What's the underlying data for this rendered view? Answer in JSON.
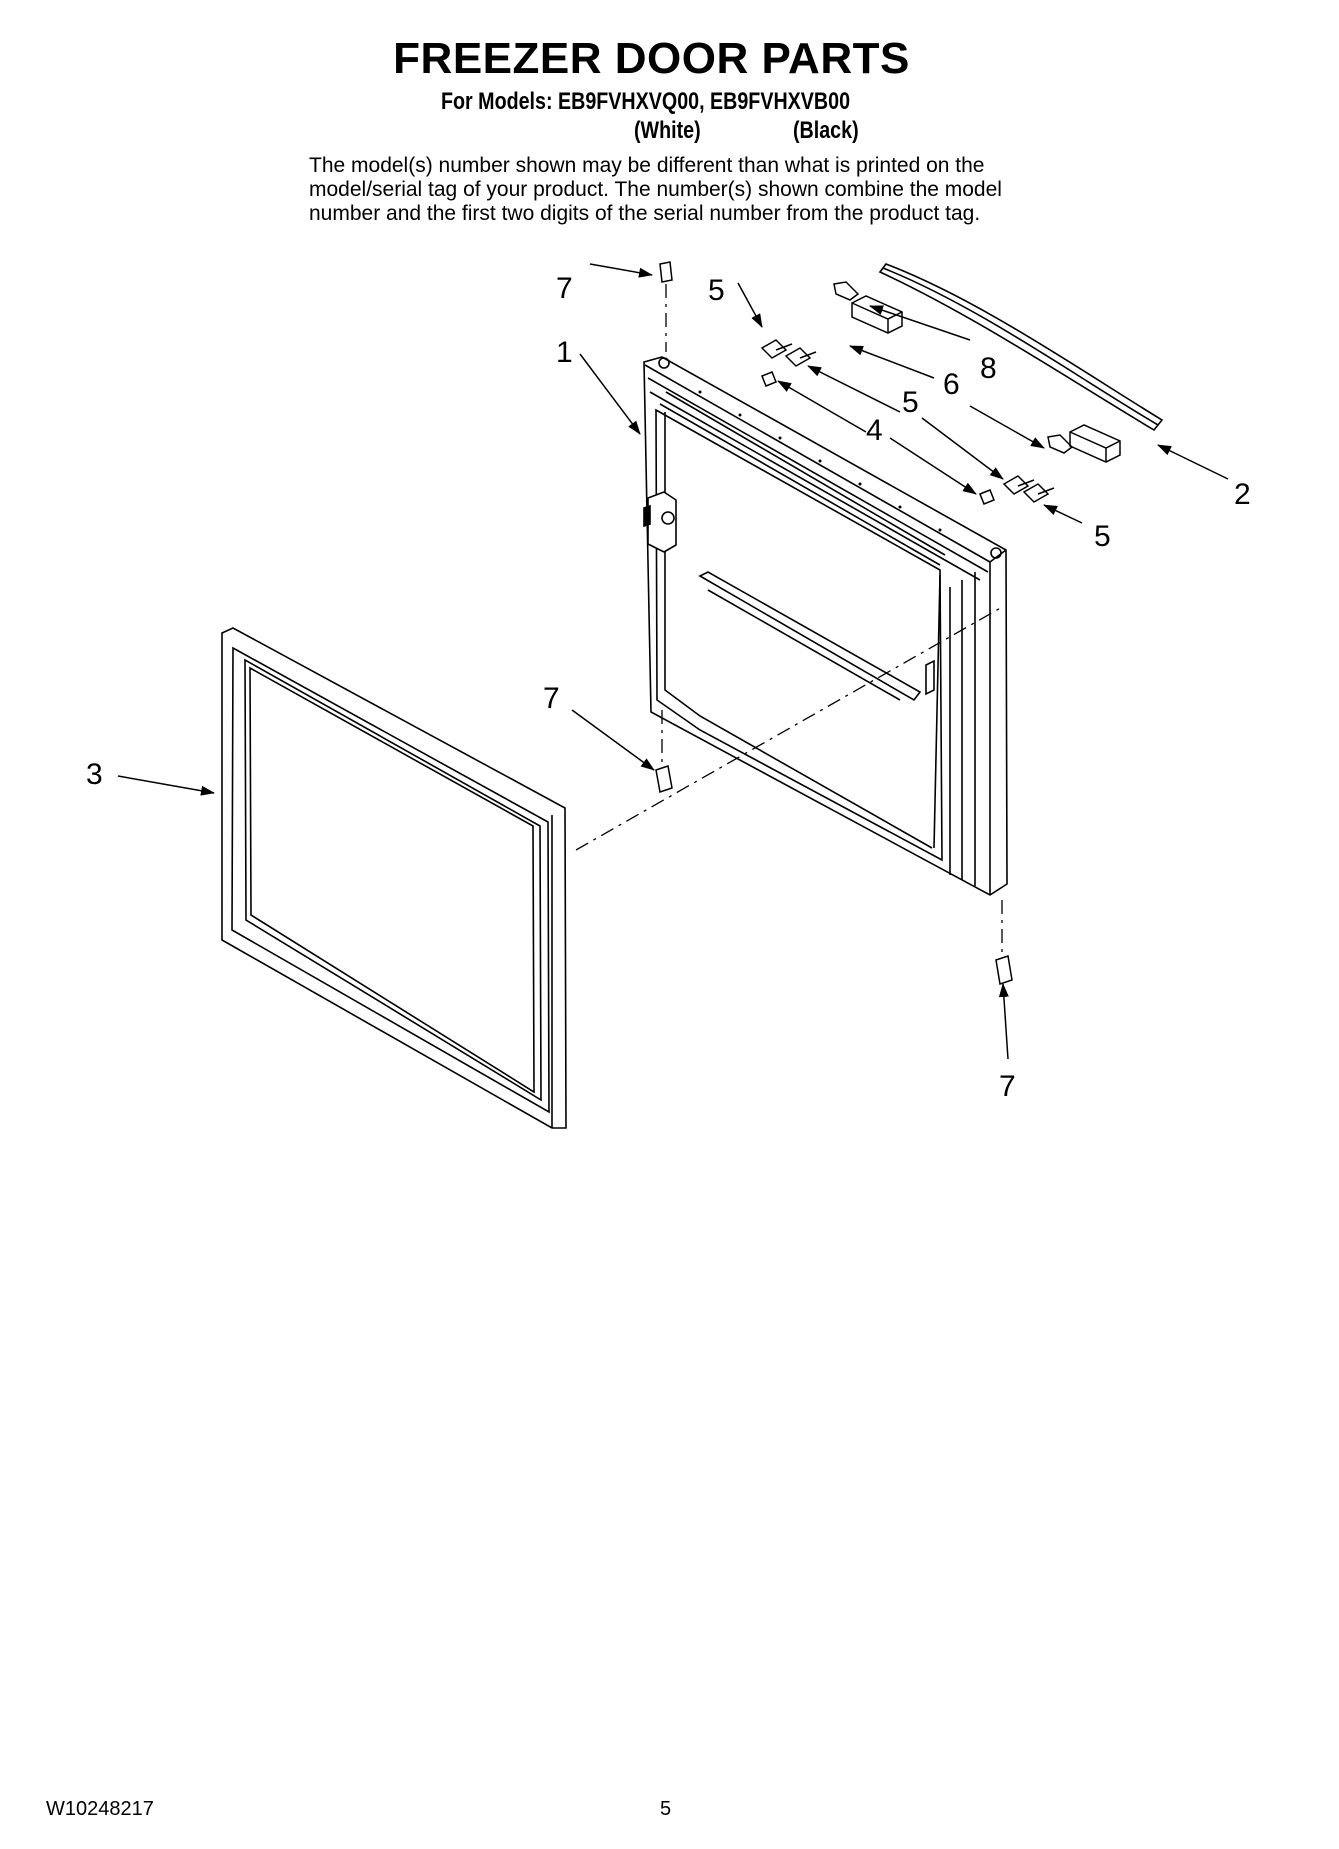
{
  "header": {
    "title": "FREEZER DOOR PARTS",
    "models_line": "For Models: EB9FVHXVQ00, EB9FVHXVB00",
    "variant_white": "(White)",
    "variant_black": "(Black)"
  },
  "notice": {
    "line1": "The model(s) number shown may be different than what is printed on the",
    "line2": "model/serial tag of your product. The number(s) shown combine the model",
    "line3": "number and the first two digits of the serial number from the product tag."
  },
  "callouts": {
    "c7_top": "7",
    "c1": "1",
    "c5_top": "5",
    "c8": "8",
    "c6": "6",
    "c5_mid": "5",
    "c4": "4",
    "c2": "2",
    "c5_right": "5",
    "c7_mid": "7",
    "c3": "3",
    "c7_bottom": "7"
  },
  "footer": {
    "doc_number": "W10248217",
    "page_number": "5"
  }
}
